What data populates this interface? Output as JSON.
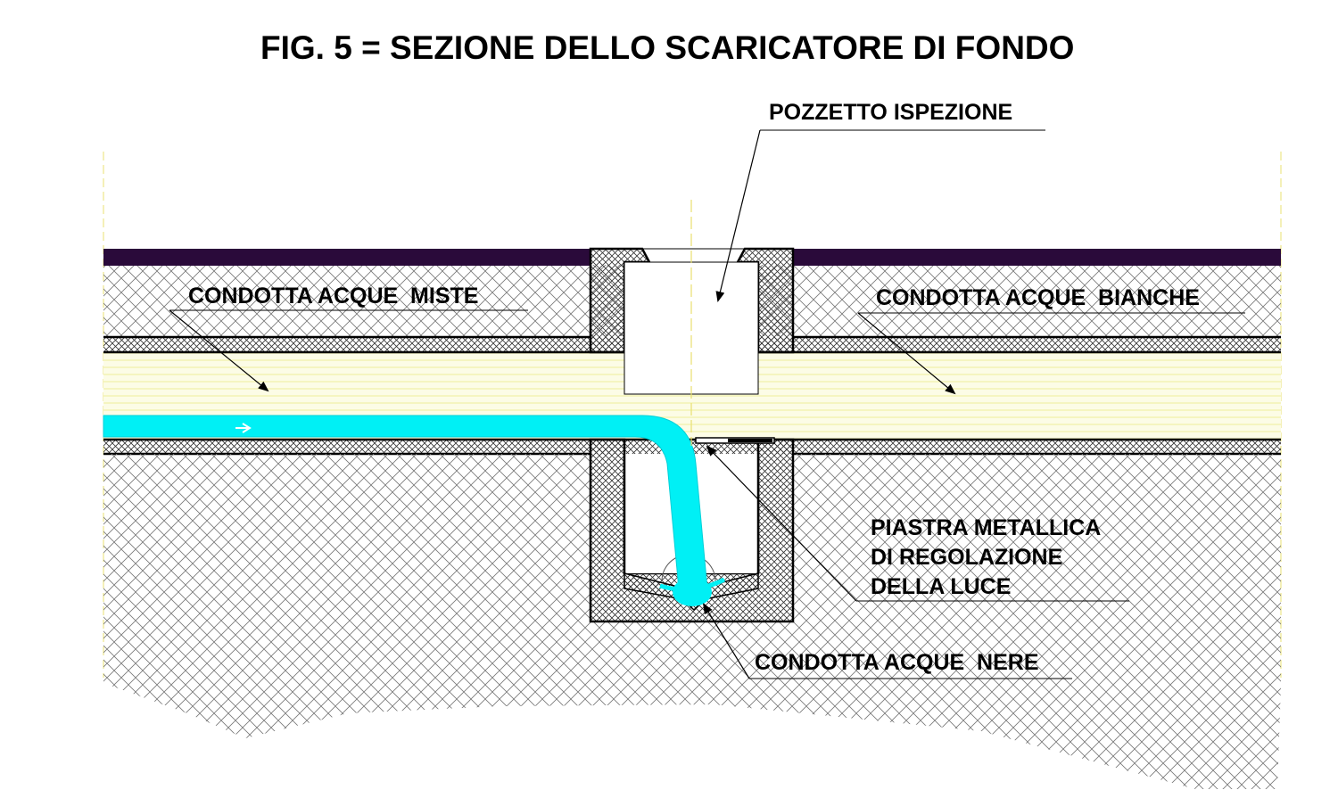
{
  "title": "FIG. 5 = SEZIONE DELLO SCARICATORE DI FONDO",
  "labels": {
    "pozzetto": "POZZETTO ISPEZIONE",
    "miste": "CONDOTTA ACQUE  MISTE",
    "bianche": "CONDOTTA ACQUE  BIANCHE",
    "piastra_line1": "PIASTRA METALLICA",
    "piastra_line2": "DI REGOLAZIONE",
    "piastra_line3": "DELLA LUCE",
    "nere": "CONDOTTA ACQUE  NERE"
  },
  "colors": {
    "surface": "#2a0a3a",
    "water": "#00f0f5",
    "pipe_fill": "#fcfce6",
    "pipe_lines": "#eeee99",
    "soil_hatch": "#777777",
    "wall_hatch": "#333333",
    "axis": "#e8e070"
  }
}
